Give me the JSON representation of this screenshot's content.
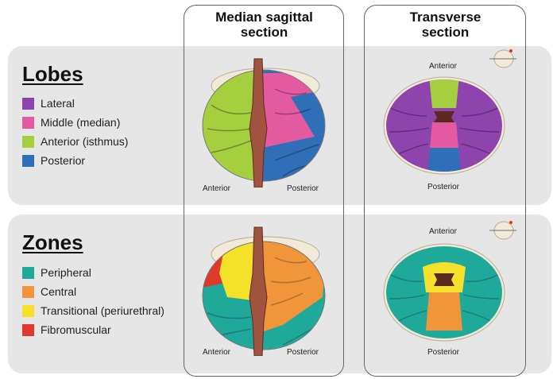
{
  "columns": {
    "sagittal_title": "Median sagittal section",
    "transverse_title": "Transverse section"
  },
  "lobes": {
    "heading": "Lobes",
    "items": [
      {
        "label": "Lateral",
        "color": "#8e44ad"
      },
      {
        "label": "Middle (median)",
        "color": "#e45aa0"
      },
      {
        "label": "Anterior (isthmus)",
        "color": "#a6cf3f"
      },
      {
        "label": "Posterior",
        "color": "#2f6fb7"
      }
    ]
  },
  "zones": {
    "heading": "Zones",
    "items": [
      {
        "label": "Peripheral",
        "color": "#1fa99a"
      },
      {
        "label": "Central",
        "color": "#f0953a"
      },
      {
        "label": "Transitional (periurethral)",
        "color": "#f5e12a"
      },
      {
        "label": "Fibromuscular",
        "color": "#e0392b"
      }
    ]
  },
  "orientation": {
    "anterior": "Anterior",
    "posterior": "Posterior"
  }
}
